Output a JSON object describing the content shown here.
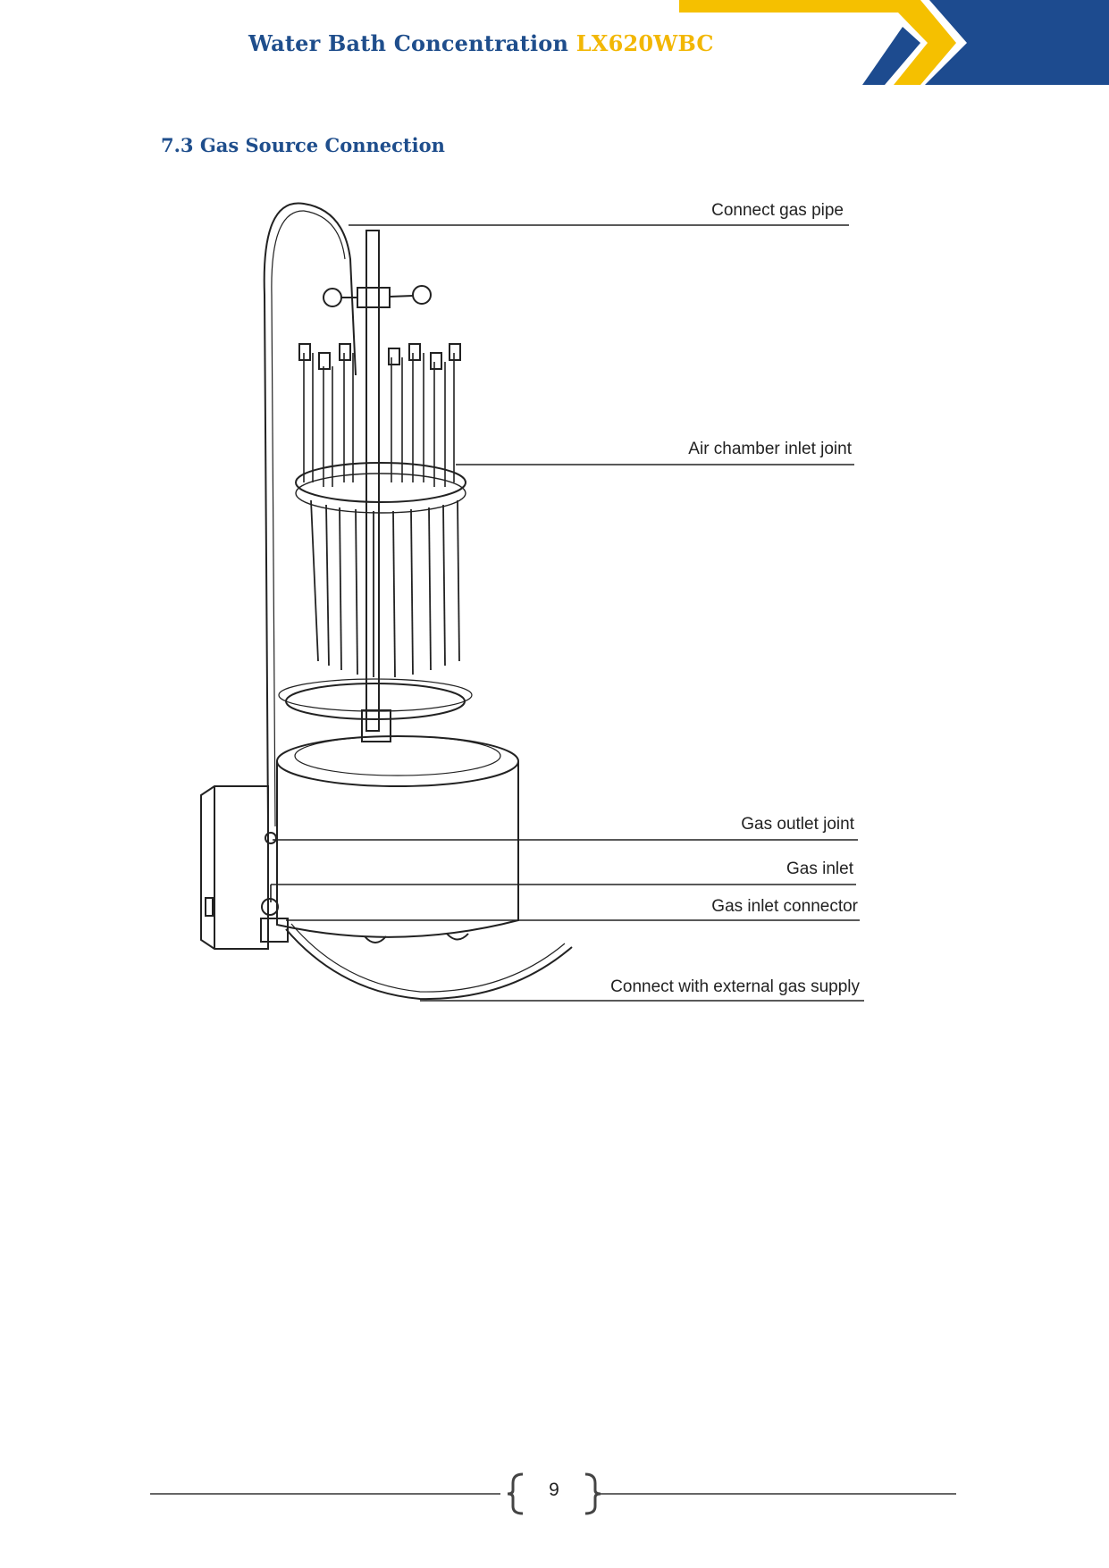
{
  "header": {
    "title_main": "Water Bath Concentration",
    "title_model": "LX620WBC"
  },
  "section": {
    "heading": "7.3 Gas Source Connection"
  },
  "figure": {
    "callouts": [
      {
        "id": "connect-gas-pipe",
        "label": "Connect gas pipe"
      },
      {
        "id": "air-chamber-inlet-joint",
        "label": "Air chamber inlet joint"
      },
      {
        "id": "gas-outlet-joint",
        "label": "Gas outlet joint"
      },
      {
        "id": "gas-inlet",
        "label": "Gas inlet"
      },
      {
        "id": "gas-inlet-connector",
        "label": "Gas inlet connector"
      },
      {
        "id": "connect-external-gas-supply",
        "label": "Connect with external gas supply"
      }
    ]
  },
  "footer": {
    "page_number": "9"
  },
  "colors": {
    "brand_blue": "#1f4e8c",
    "brand_yellow": "#f2b705"
  }
}
